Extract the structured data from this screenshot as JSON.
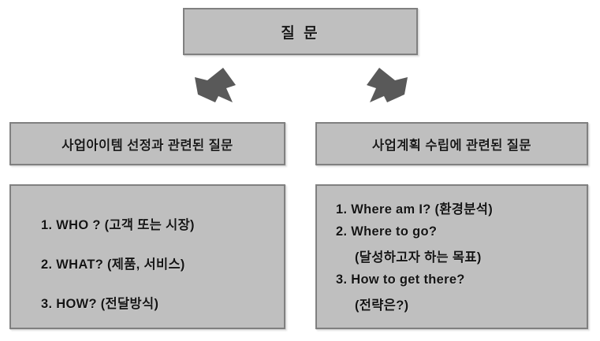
{
  "diagram": {
    "root": {
      "label": "질 문"
    },
    "arrows": [
      {
        "name": "arrow-down-left-icon",
        "direction": "down-left"
      },
      {
        "name": "arrow-down-right-icon",
        "direction": "down-right"
      }
    ],
    "branches": [
      {
        "header": "사업아이템 선정과 관련된 질문",
        "items": [
          {
            "text": "1. WHO ? (고객 또는 시장)",
            "indented": false
          },
          {
            "text": "2. WHAT? (제품, 서비스)",
            "indented": false
          },
          {
            "text": "3. HOW? (전달방식)",
            "indented": false
          }
        ]
      },
      {
        "header": "사업계획 수립에 관련된 질문",
        "items": [
          {
            "text": "1. Where am I? (환경분석)",
            "indented": false
          },
          {
            "text": "2. Where to go?",
            "indented": false
          },
          {
            "text": "(달성하고자 하는 목표)",
            "indented": true
          },
          {
            "text": "3. How to get there?",
            "indented": false
          },
          {
            "text": "(전략은?)",
            "indented": true
          }
        ]
      }
    ]
  },
  "colors": {
    "box_fill": "#bfbfbf",
    "box_border": "#808080",
    "arrow_fill": "#595959",
    "text": "#141414",
    "background": "#ffffff"
  }
}
